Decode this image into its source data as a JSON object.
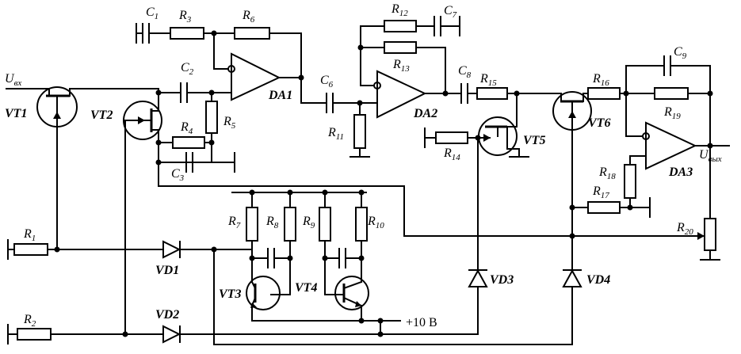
{
  "labels": {
    "uin_main": "U",
    "uin_sub": "вх",
    "uout_main": "U",
    "uout_sub": "вых",
    "supply": "+10 В",
    "VT1": "VT1",
    "VT2": "VT2",
    "VT3": "VT3",
    "VT4": "VT4",
    "VT5": "VT5",
    "VT6": "VT6",
    "DA1": "DA1",
    "DA2": "DA2",
    "DA3": "DA3",
    "VD1": "VD1",
    "VD2": "VD2",
    "VD3": "VD3",
    "VD4": "VD4",
    "R": "R",
    "C": "C",
    "R1": "1",
    "R2": "2",
    "R3": "3",
    "R4": "4",
    "R5": "5",
    "R6": "6",
    "R7": "7",
    "R8": "8",
    "R9": "9",
    "R10": "10",
    "R11": "11",
    "R12": "12",
    "R13": "13",
    "R14": "14",
    "R15": "15",
    "R16": "16",
    "R17": "17",
    "R18": "18",
    "R19": "19",
    "R20": "20",
    "C1": "1",
    "C2": "2",
    "C3": "3",
    "C6": "6",
    "C7": "7",
    "C8": "8",
    "C9": "9"
  }
}
